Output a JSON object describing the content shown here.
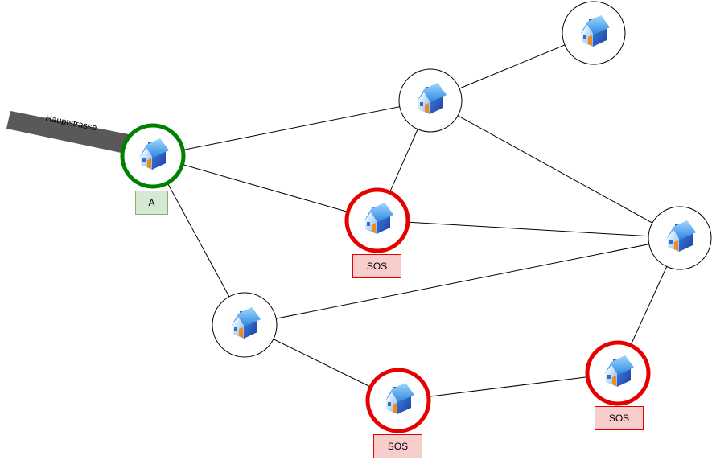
{
  "road": {
    "label": "Hauptstrasse",
    "color": "#595959"
  },
  "colors": {
    "start_ring": "#008000",
    "sos_ring": "#e60000",
    "normal_ring": "#000000",
    "start_label_fill": "#d5e8d4",
    "start_label_border": "#82b366",
    "sos_label_fill": "#f8cecc",
    "sos_label_border": "#e60000"
  },
  "nodes": [
    {
      "id": "A",
      "status": "start",
      "icon": "house-icon",
      "label": "A"
    },
    {
      "id": "top-center",
      "status": "normal",
      "icon": "house-icon"
    },
    {
      "id": "top-right",
      "status": "normal",
      "icon": "house-icon"
    },
    {
      "id": "sos-center",
      "status": "sos",
      "icon": "house-icon",
      "label": "SOS"
    },
    {
      "id": "right",
      "status": "normal",
      "icon": "house-icon"
    },
    {
      "id": "left-bottom",
      "status": "normal",
      "icon": "house-icon"
    },
    {
      "id": "sos-bottom",
      "status": "sos",
      "icon": "house-icon",
      "label": "SOS"
    },
    {
      "id": "sos-right",
      "status": "sos",
      "icon": "house-icon",
      "label": "SOS"
    }
  ],
  "edges": [
    [
      "A",
      "top-center"
    ],
    [
      "A",
      "sos-center"
    ],
    [
      "A",
      "left-bottom"
    ],
    [
      "top-center",
      "top-right"
    ],
    [
      "top-center",
      "sos-center"
    ],
    [
      "top-center",
      "right"
    ],
    [
      "sos-center",
      "right"
    ],
    [
      "left-bottom",
      "right"
    ],
    [
      "left-bottom",
      "sos-bottom"
    ],
    [
      "sos-bottom",
      "sos-right"
    ],
    [
      "sos-right",
      "right"
    ]
  ]
}
